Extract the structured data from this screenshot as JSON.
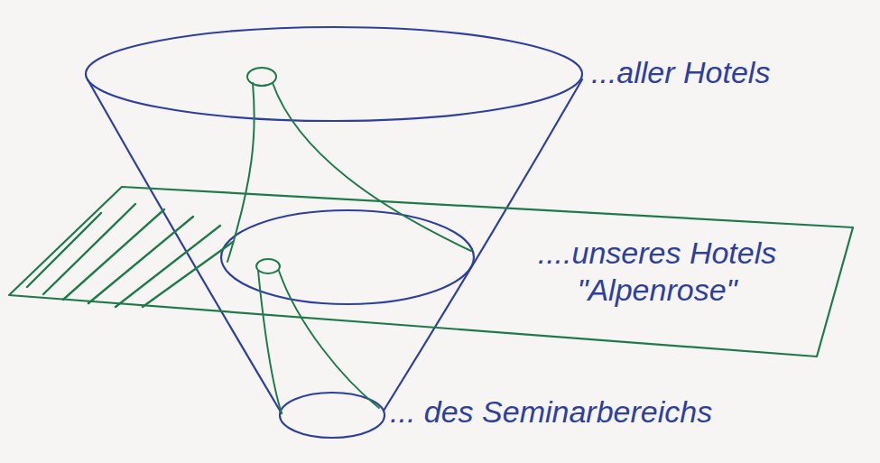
{
  "diagram": {
    "nodes": [
      {
        "text": [
          "....unseres Hotels \"Alpenrose\""
        ]
      }
    ],
    "labels": [
      "...aller Hotels",
      "... des Seminarbereichs"
    ]
  }
}
